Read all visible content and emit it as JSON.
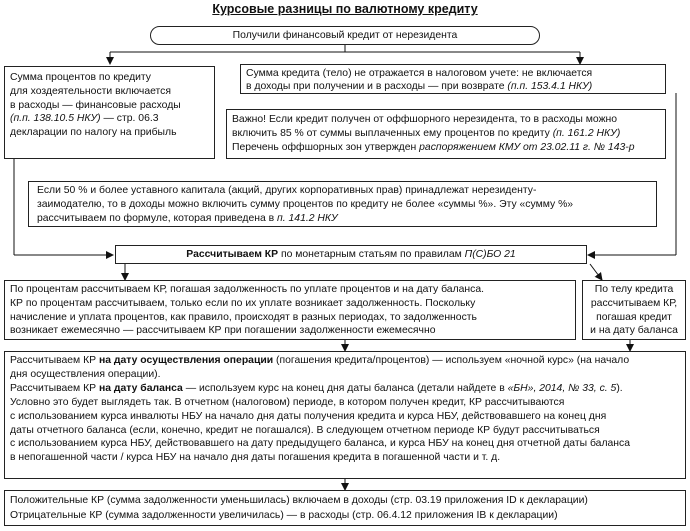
{
  "title": "Курсовые разницы по валютному кредиту",
  "top": "Получили финансовый кредит от нерезидента",
  "left1": {
    "l1": "Сумма процентов по кредиту",
    "l2": "для хоздеятельности включается",
    "l3": "в расходы — финансовые расходы",
    "l4_ref": "(п.п. 138.10.5 НКУ)",
    "l4_rest": " — стр. 06.3",
    "l5": "декларации по налогу на прибыль"
  },
  "right1": {
    "l1": "Сумма кредита (тело) не отражается в налоговом учете: не включается",
    "l2": "в доходы при получении и в расходы — при возврате ",
    "l2_ref": "(п.п. 153.4.1 НКУ)"
  },
  "note": {
    "l1": "Важно! Если кредит получен от оффшорного нерезидента, то в расходы можно",
    "l2": "включить 85 % от суммы выплаченных ему процентов по кредиту ",
    "l2_ref": "(п. 161.2 НКУ)",
    "l3": "Перечень оффшорных зон утвержден ",
    "l3_ref": "распоряжением КМУ от 23.02.11 г. № 143-р"
  },
  "cond": {
    "l1": "Если 50 % и более уставного капитала (акций, других корпоративных прав) принадлежат нерезиденту-",
    "l2": "заимодателю, то в доходы можно включить сумму процентов по кредиту не более «суммы %». Эту «сумму %»",
    "l3": "рассчитываем по формуле, которая приведена в ",
    "l3_ref": "п. 141.2 НКУ"
  },
  "calc": {
    "bold": "Рассчитываем КР",
    "rest": " по монетарным статьям по правилам ",
    "ref": "П(С)БО 21"
  },
  "proc": {
    "l1": "По процентам рассчитываем КР, погашая задолженность по уплате процентов и на дату баланса.",
    "l2": "КР по процентам рассчитываем, только если по их уплате возникает задолженность. Поскольку",
    "l3": "начисление и уплата процентов, как правило, происходят в разных периодах, то задолженность",
    "l4": "возникает ежемесячно — рассчитываем КР при погашении задолженности ежемесячно"
  },
  "body": {
    "l1": "По телу кредита",
    "l2": "рассчитываем КР,",
    "l3": "погашая кредит",
    "l4": "и на дату баланса"
  },
  "big": {
    "l1a": "Рассчитываем КР ",
    "l1b": "на дату осуществления операции",
    "l1c": " (погашения кредита/процентов) — используем «ночной курс» (на начало",
    "l2": "дня осуществления операции).",
    "l3a": "Рассчитываем КР ",
    "l3b": "на дату баланса",
    "l3c": " — используем курс на конец дня даты баланса (детали найдете в ",
    "l3d": "«БН», 2014, № 33, с. 5",
    "l3e": ").",
    "l4": "Условно это будет выглядеть так. В отчетном (налоговом) периоде, в котором получен кредит, КР рассчитываются",
    "l5": "с использованием курса инвалюты НБУ на начало дня даты получения кредита и курса НБУ, действовавшего на конец дня",
    "l6": "даты отчетного баланса (если, конечно, кредит не погашался). В следующем отчетном периоде КР будут рассчитываться",
    "l7": "с использованием курса НБУ, действовавшего на дату предыдущего баланса, и курса НБУ на конец дня отчетной даты баланса",
    "l8": "в непогашенной части / курса НБУ на начало дня даты погашения кредита в погашенной части и т. д."
  },
  "final": {
    "l1": "Положительные КР (сумма задолженности уменьшилась) включаем в доходы (стр. 03.19 приложения ID к декларации)",
    "l2": "Отрицательные КР (сумма задолженности увеличилась) — в расходы (стр. 06.4.12 приложения IВ к декларации)"
  }
}
